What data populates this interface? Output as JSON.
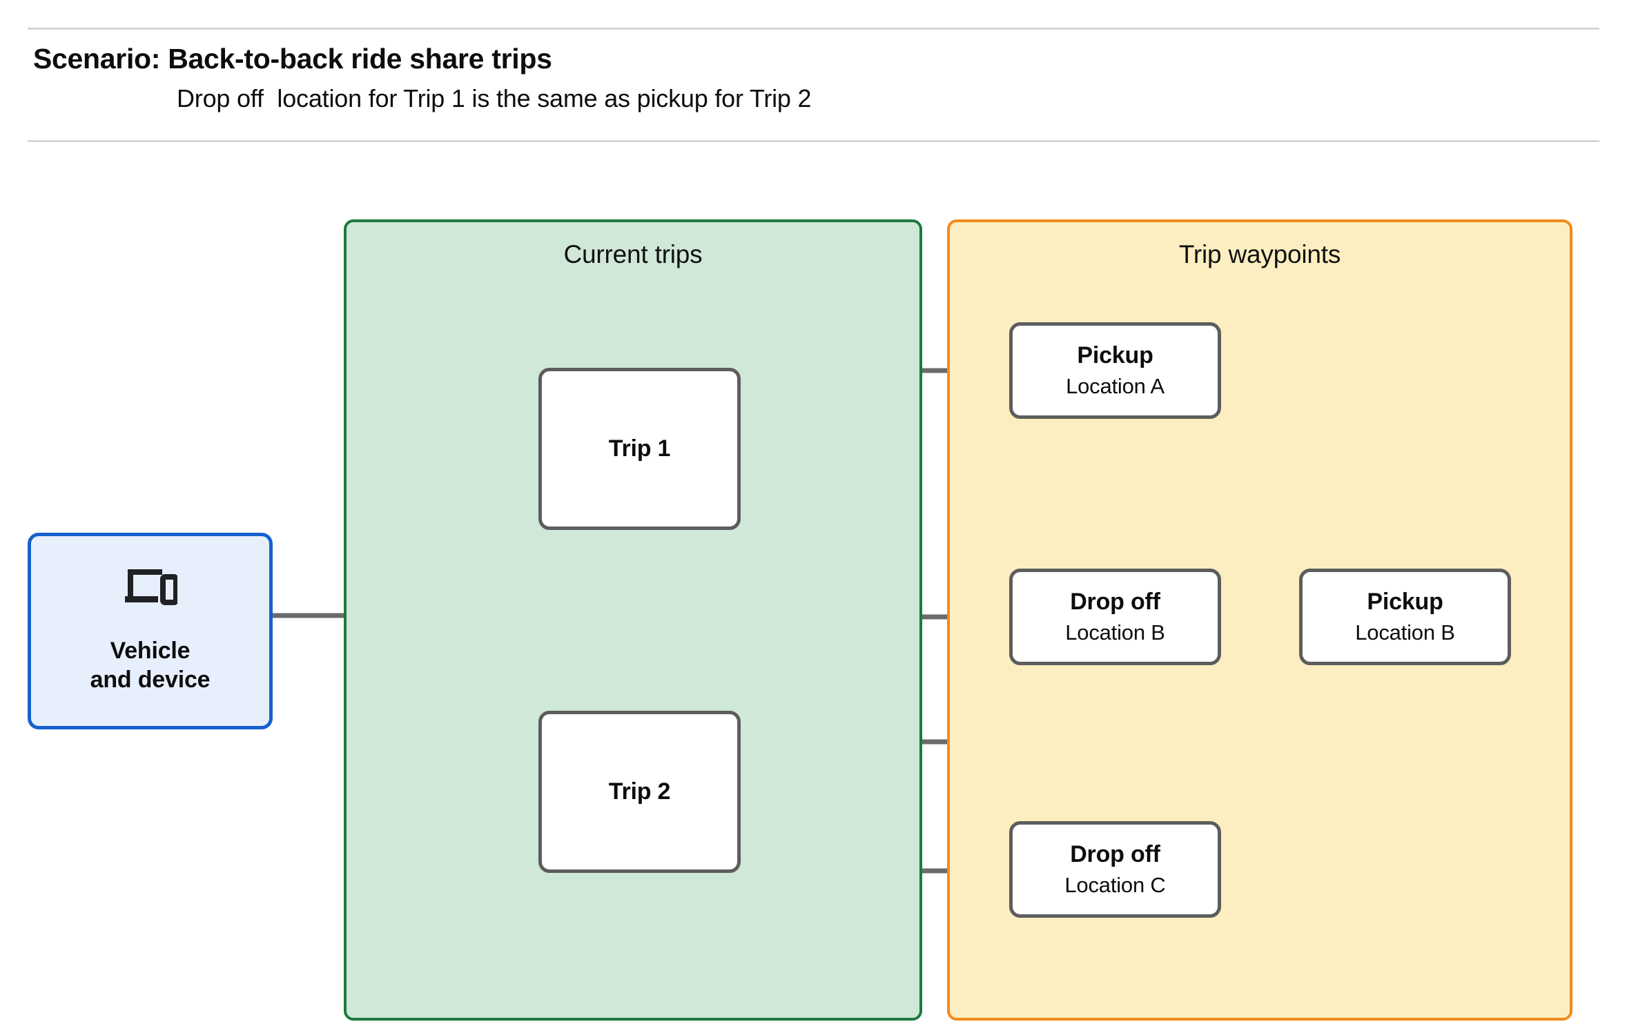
{
  "header": {
    "title": "Scenario: Back-to-back ride share trips",
    "subtitle": "Drop off  location for Trip 1 is the same as pickup for Trip 2"
  },
  "panels": {
    "current_trips": {
      "title": "Current trips",
      "fill": "#cfe8d8",
      "border": "#1c7a3f"
    },
    "trip_waypoints": {
      "title": "Trip waypoints",
      "fill": "#fceec0",
      "border": "#f28b1c"
    }
  },
  "vehicle_device": {
    "label": "Vehicle\nand device",
    "icon": "laptop-and-phone-icon",
    "fill": "#e8effc",
    "border": "#1760cf"
  },
  "trips": [
    {
      "label": "Trip 1"
    },
    {
      "label": "Trip 2"
    }
  ],
  "waypoints": [
    {
      "type": "Pickup",
      "location": "Location A"
    },
    {
      "type": "Drop off",
      "location": "Location B"
    },
    {
      "type": "Pickup",
      "location": "Location B"
    },
    {
      "type": "Drop off",
      "location": "Location C"
    }
  ],
  "colors": {
    "connector": "#6b6b6b",
    "node_border": "#5d5d5d",
    "rule": "#d6d6d6",
    "text": "#0d0d0d"
  }
}
